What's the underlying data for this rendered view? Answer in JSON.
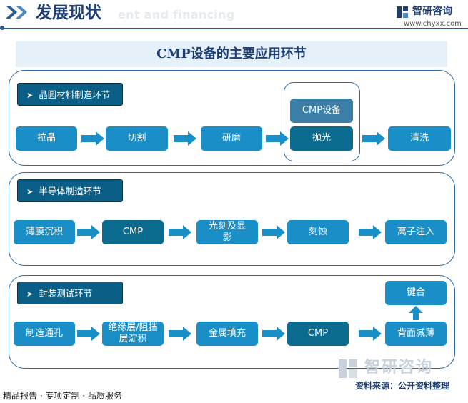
{
  "header": {
    "title": "发展现状",
    "watermark_en": "ent and financing",
    "brand_name": "智研咨询",
    "brand_url": "www.chyxx.com"
  },
  "main_title": "CMP设备的主要应用环节",
  "sections": [
    {
      "tag": "晶圆材料制造环节",
      "steps": [
        "拉晶",
        "切割",
        "研磨",
        "抛光",
        "清洗"
      ],
      "cmp_device": "CMP设备"
    },
    {
      "tag": "半导体制造环节",
      "steps": [
        "薄膜沉积",
        "CMP",
        "光刻及显影",
        "刻蚀",
        "离子注入"
      ]
    },
    {
      "tag": "封装测试环节",
      "steps": [
        "制造通孔",
        "绝缘层/阻挡层淀积",
        "金属填充",
        "CMP",
        "背面减薄"
      ],
      "final": "键合"
    }
  ],
  "footer": {
    "slogan": "精品报告 · 专项定制 · 品质服务",
    "source": "资料来源：公开资料整理",
    "watermark": "智研咨询"
  },
  "colors": {
    "step": "#1a8fc7",
    "step_dark": "#0b6b8e",
    "tag": "#0b5f86",
    "border": "#2f6aa3",
    "title": "#1f3f73"
  }
}
